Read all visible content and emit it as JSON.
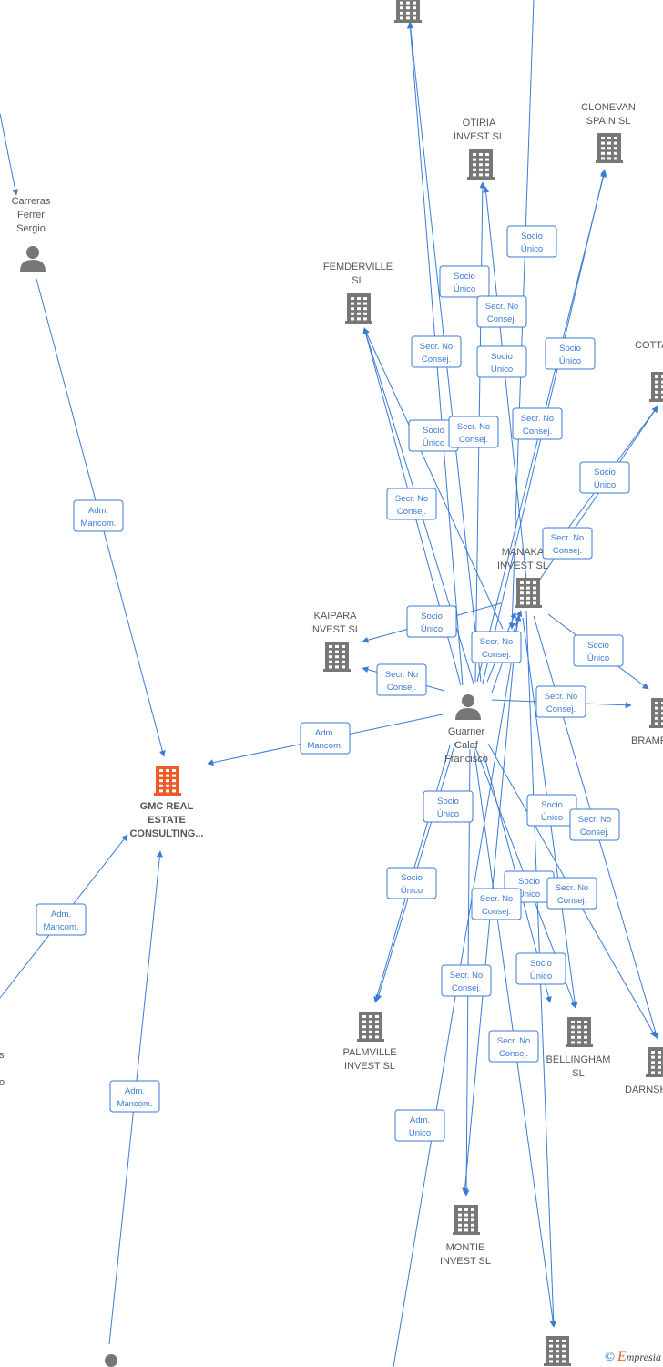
{
  "colors": {
    "edge": "#3a7bd5",
    "node": "#777777",
    "focus": "#f05a28",
    "label": "#555555"
  },
  "nodes": [
    {
      "id": "top",
      "type": "company",
      "label": []
    },
    {
      "id": "otiria",
      "type": "company",
      "label": [
        "OTIRIA",
        "INVEST SL"
      ]
    },
    {
      "id": "clonevan",
      "type": "company",
      "label": [
        "CLONEVAN",
        "SPAIN SL"
      ]
    },
    {
      "id": "carreras",
      "type": "person",
      "label": [
        "Carreras",
        "Ferrer",
        "Sergio"
      ]
    },
    {
      "id": "femderville",
      "type": "company",
      "label": [
        "FEMDERVILLE",
        "SL"
      ]
    },
    {
      "id": "cotta",
      "type": "company",
      "label": [
        "COTTA"
      ]
    },
    {
      "id": "manaka",
      "type": "company",
      "label": [
        "MANAKA",
        "INVEST SL"
      ]
    },
    {
      "id": "kaipara",
      "type": "company",
      "label": [
        "KAIPARA",
        "INVEST SL"
      ]
    },
    {
      "id": "guarner",
      "type": "person",
      "label": [
        "Guarner",
        "Calaf",
        "Francisco"
      ]
    },
    {
      "id": "bramf",
      "type": "company",
      "label": [
        "BRAMF"
      ]
    },
    {
      "id": "gmc",
      "type": "focus",
      "label": [
        "GMC REAL",
        "ESTATE",
        "CONSULTING..."
      ]
    },
    {
      "id": "palmville",
      "type": "company",
      "label": [
        "PALMVILLE",
        "INVEST SL"
      ]
    },
    {
      "id": "bellingham",
      "type": "company",
      "label": [
        "BELLINGHAM",
        "SL"
      ]
    },
    {
      "id": "darnsh",
      "type": "company",
      "label": [
        "DARNSH"
      ]
    },
    {
      "id": "montie",
      "type": "company",
      "label": [
        "MONTIE",
        "INVEST SL"
      ]
    },
    {
      "id": "bottom",
      "type": "company",
      "label": []
    },
    {
      "id": "person_bottom",
      "type": "person",
      "label": []
    },
    {
      "id": "left_partial",
      "type": "text",
      "label": [
        "s",
        "o"
      ]
    }
  ],
  "edges": [
    {
      "id": "e1",
      "label": [
        "Adm.",
        "Mancom."
      ]
    },
    {
      "id": "e2",
      "label": [
        "Adm.",
        "Mancom."
      ]
    },
    {
      "id": "e3",
      "label": [
        "Adm.",
        "Mancom."
      ]
    },
    {
      "id": "e4",
      "label": [
        "Adm.",
        "Mancom."
      ]
    },
    {
      "id": "e5",
      "label": [
        "Socio",
        "Único"
      ]
    },
    {
      "id": "e6",
      "label": [
        "Socio",
        "Único"
      ]
    },
    {
      "id": "e7",
      "label": [
        "Secr. No",
        "Consej."
      ]
    },
    {
      "id": "e8",
      "label": [
        "Secr. No",
        "Consej."
      ]
    },
    {
      "id": "e9",
      "label": [
        "Socio",
        "Único"
      ]
    },
    {
      "id": "e10",
      "label": [
        "Socio",
        "Único"
      ]
    },
    {
      "id": "e11",
      "label": [
        "Socio",
        "Único"
      ]
    },
    {
      "id": "e12",
      "label": [
        "Secr. No",
        "Consej."
      ]
    },
    {
      "id": "e13",
      "label": [
        "Secr. No",
        "Consej."
      ]
    },
    {
      "id": "e14",
      "label": [
        "Secr. No",
        "Consej."
      ]
    },
    {
      "id": "e15",
      "label": [
        "Socio",
        "Único"
      ]
    },
    {
      "id": "e16",
      "label": [
        "Secr. No",
        "Consej."
      ]
    },
    {
      "id": "e17",
      "label": [
        "Socio",
        "Único"
      ]
    },
    {
      "id": "e18",
      "label": [
        "Secr. No",
        "Consej."
      ]
    },
    {
      "id": "e19",
      "label": [
        "Secr. No",
        "Consej."
      ]
    },
    {
      "id": "e20",
      "label": [
        "Socio",
        "Único"
      ]
    },
    {
      "id": "e21",
      "label": [
        "Secr. No",
        "Consej."
      ]
    },
    {
      "id": "e22",
      "label": [
        "Socio",
        "Único"
      ]
    },
    {
      "id": "e23",
      "label": [
        "Socio",
        "Único"
      ]
    },
    {
      "id": "e24",
      "label": [
        "Socio",
        "Único"
      ]
    },
    {
      "id": "e25",
      "label": [
        "Secr. No",
        "Consej."
      ]
    },
    {
      "id": "e26",
      "label": [
        "Secr. No",
        "Consej."
      ]
    },
    {
      "id": "e27",
      "label": [
        "Socio",
        "Único"
      ]
    },
    {
      "id": "e28",
      "label": [
        "Secr. No",
        "Consej."
      ]
    },
    {
      "id": "e29",
      "label": [
        "Secr. No",
        "Consej."
      ]
    },
    {
      "id": "e30",
      "label": [
        "Secr. No",
        "Consej."
      ]
    },
    {
      "id": "e31",
      "label": [
        "Socio",
        "Único"
      ]
    },
    {
      "id": "e32",
      "label": [
        "Adm.",
        "Unico"
      ]
    },
    {
      "id": "e33",
      "label": [
        "Secr. No",
        "Consej."
      ]
    }
  ],
  "footer": {
    "copyright": "©",
    "brand_initial": "E",
    "brand_rest": "mpresia"
  }
}
